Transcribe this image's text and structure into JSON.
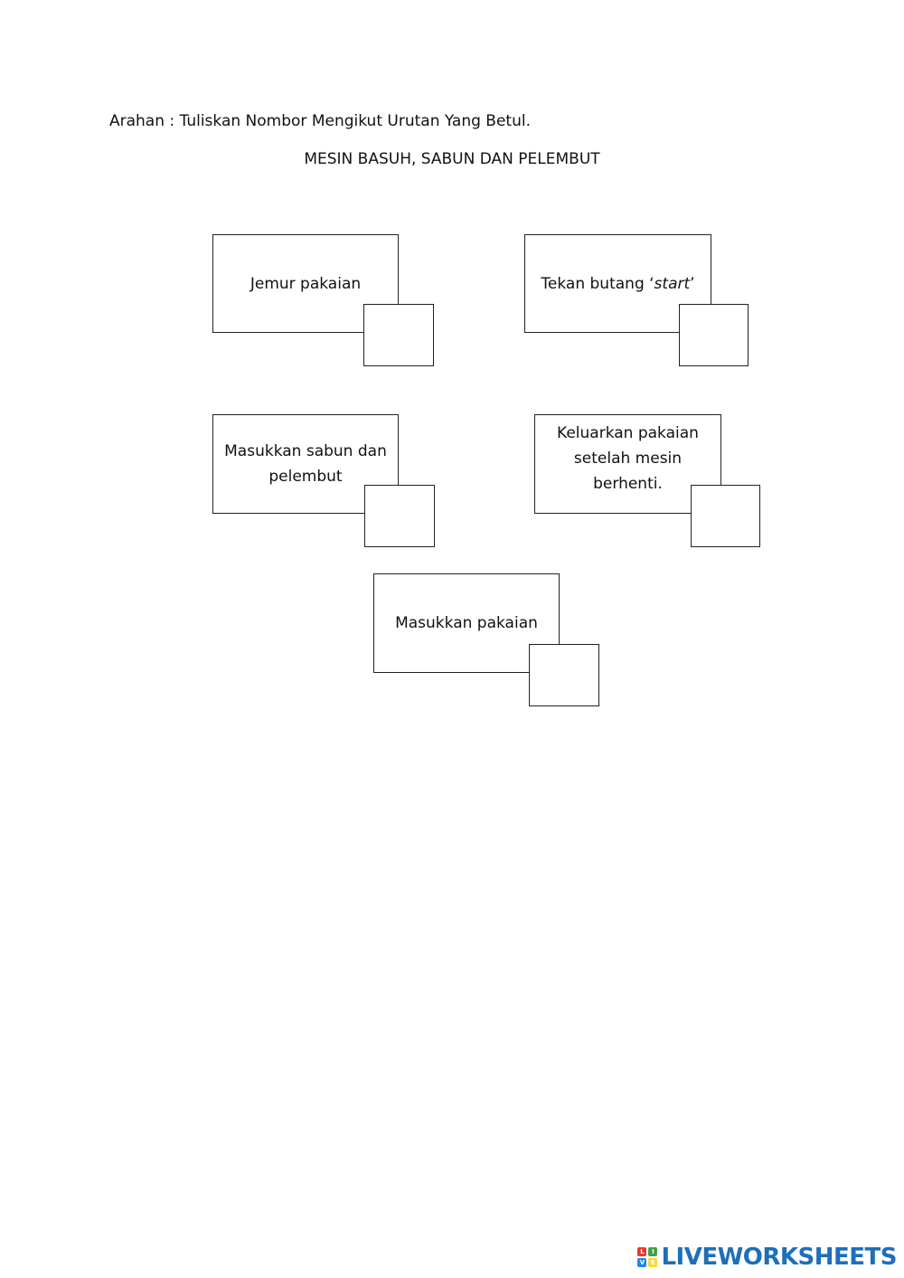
{
  "instruction": "Arahan : Tuliskan Nombor Mengikut Urutan Yang Betul.",
  "title": "MESIN BASUH, SABUN DAN PELEMBUT",
  "cards": [
    {
      "text": "Jemur pakaian"
    },
    {
      "text_prefix": "Tekan butang ‘",
      "text_italic": "start",
      "text_suffix": "’"
    },
    {
      "line1": "Masukkan sabun dan",
      "line2": "pelembut"
    },
    {
      "line1": "Keluarkan pakaian",
      "line2": "setelah mesin",
      "line3": "berhenti."
    },
    {
      "text": "Masukkan pakaian"
    }
  ],
  "brand": {
    "name": "LIVEWORKSHEETS",
    "logo_letters": [
      "L",
      "I",
      "V",
      "E"
    ],
    "logo_colors": [
      "#e53935",
      "#43a047",
      "#1e88e5",
      "#fdd835"
    ],
    "text_color": "#1e6fb8"
  }
}
